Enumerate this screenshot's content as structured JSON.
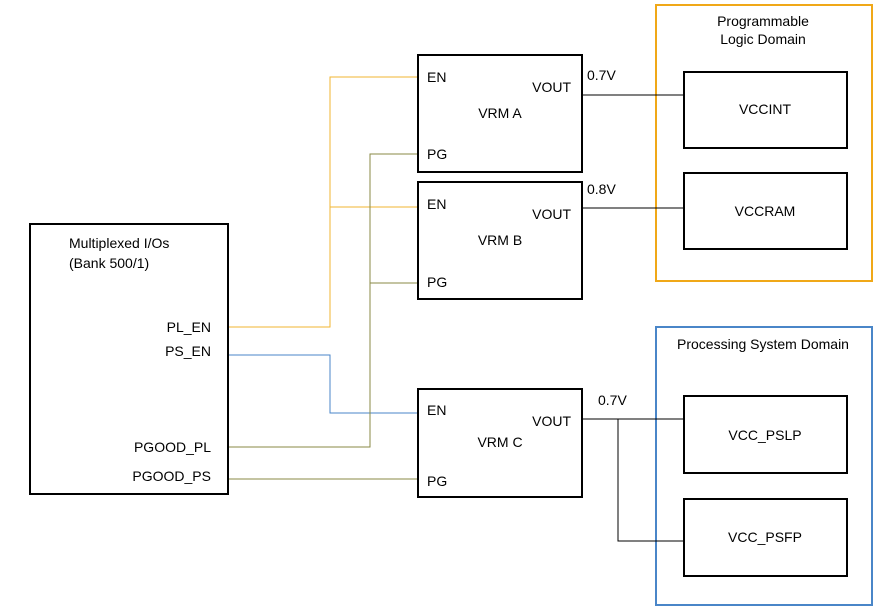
{
  "mux": {
    "title_line1": "Multiplexed I/Os",
    "title_line2": "(Bank 500/1)",
    "pins": {
      "pl_en": "PL_EN",
      "ps_en": "PS_EN",
      "pgood_pl": "PGOOD_PL",
      "pgood_ps": "PGOOD_PS"
    }
  },
  "vrm_a": {
    "label": "VRM A",
    "en": "EN",
    "pg": "PG",
    "vout": "VOUT",
    "voltage": "0.7V"
  },
  "vrm_b": {
    "label": "VRM B",
    "en": "EN",
    "pg": "PG",
    "vout": "VOUT",
    "voltage": "0.8V"
  },
  "vrm_c": {
    "label": "VRM C",
    "en": "EN",
    "pg": "PG",
    "vout": "VOUT",
    "voltage": "0.7V"
  },
  "pl_domain": {
    "title_line1": "Programmable",
    "title_line2": "Logic Domain",
    "rails": {
      "vccint": "VCCINT",
      "vccram": "VCCRAM"
    }
  },
  "ps_domain": {
    "title": "Processing System Domain",
    "rails": {
      "vcc_pslp": "VCC_PSLP",
      "vcc_psfp": "VCC_PSFP"
    }
  },
  "colors": {
    "pl_en_wire": "#f2b632",
    "ps_en_wire": "#4a86c8",
    "pgood_wire": "#8a8a45",
    "pl_domain_border": "#f0a818",
    "ps_domain_border": "#4a86c8",
    "power_wire": "#000000"
  }
}
